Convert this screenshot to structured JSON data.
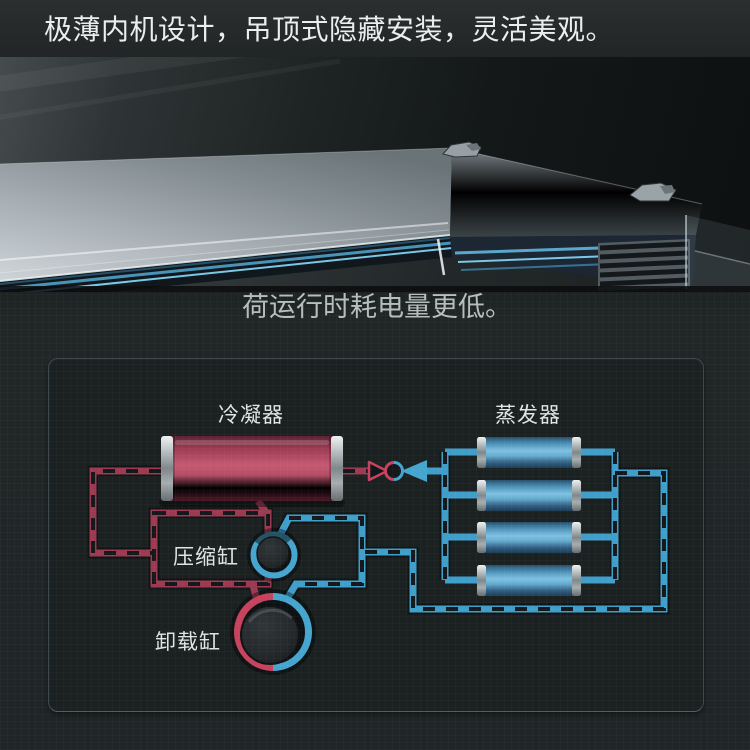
{
  "header": {
    "title": "极薄内机设计，吊顶式隐藏安装，灵活美观。"
  },
  "hero": {
    "caption": "荷运行时耗电量更低。",
    "subject": "ultra-thin ceiling-mounted indoor AC unit render"
  },
  "diagram": {
    "condenser_label": "冷凝器",
    "evaporator_label": "蒸发器",
    "compressor_label": "压缩缸",
    "unloader_label": "卸载缸",
    "evaporator_tube_count": 4,
    "colors": {
      "hot": "#9c3a52",
      "hot_bright": "#c6425d",
      "cold": "#3f9fca",
      "cold_bright": "#46a5ce",
      "panel_border": "#3d484d",
      "label_text": "#e0e4e4"
    }
  }
}
